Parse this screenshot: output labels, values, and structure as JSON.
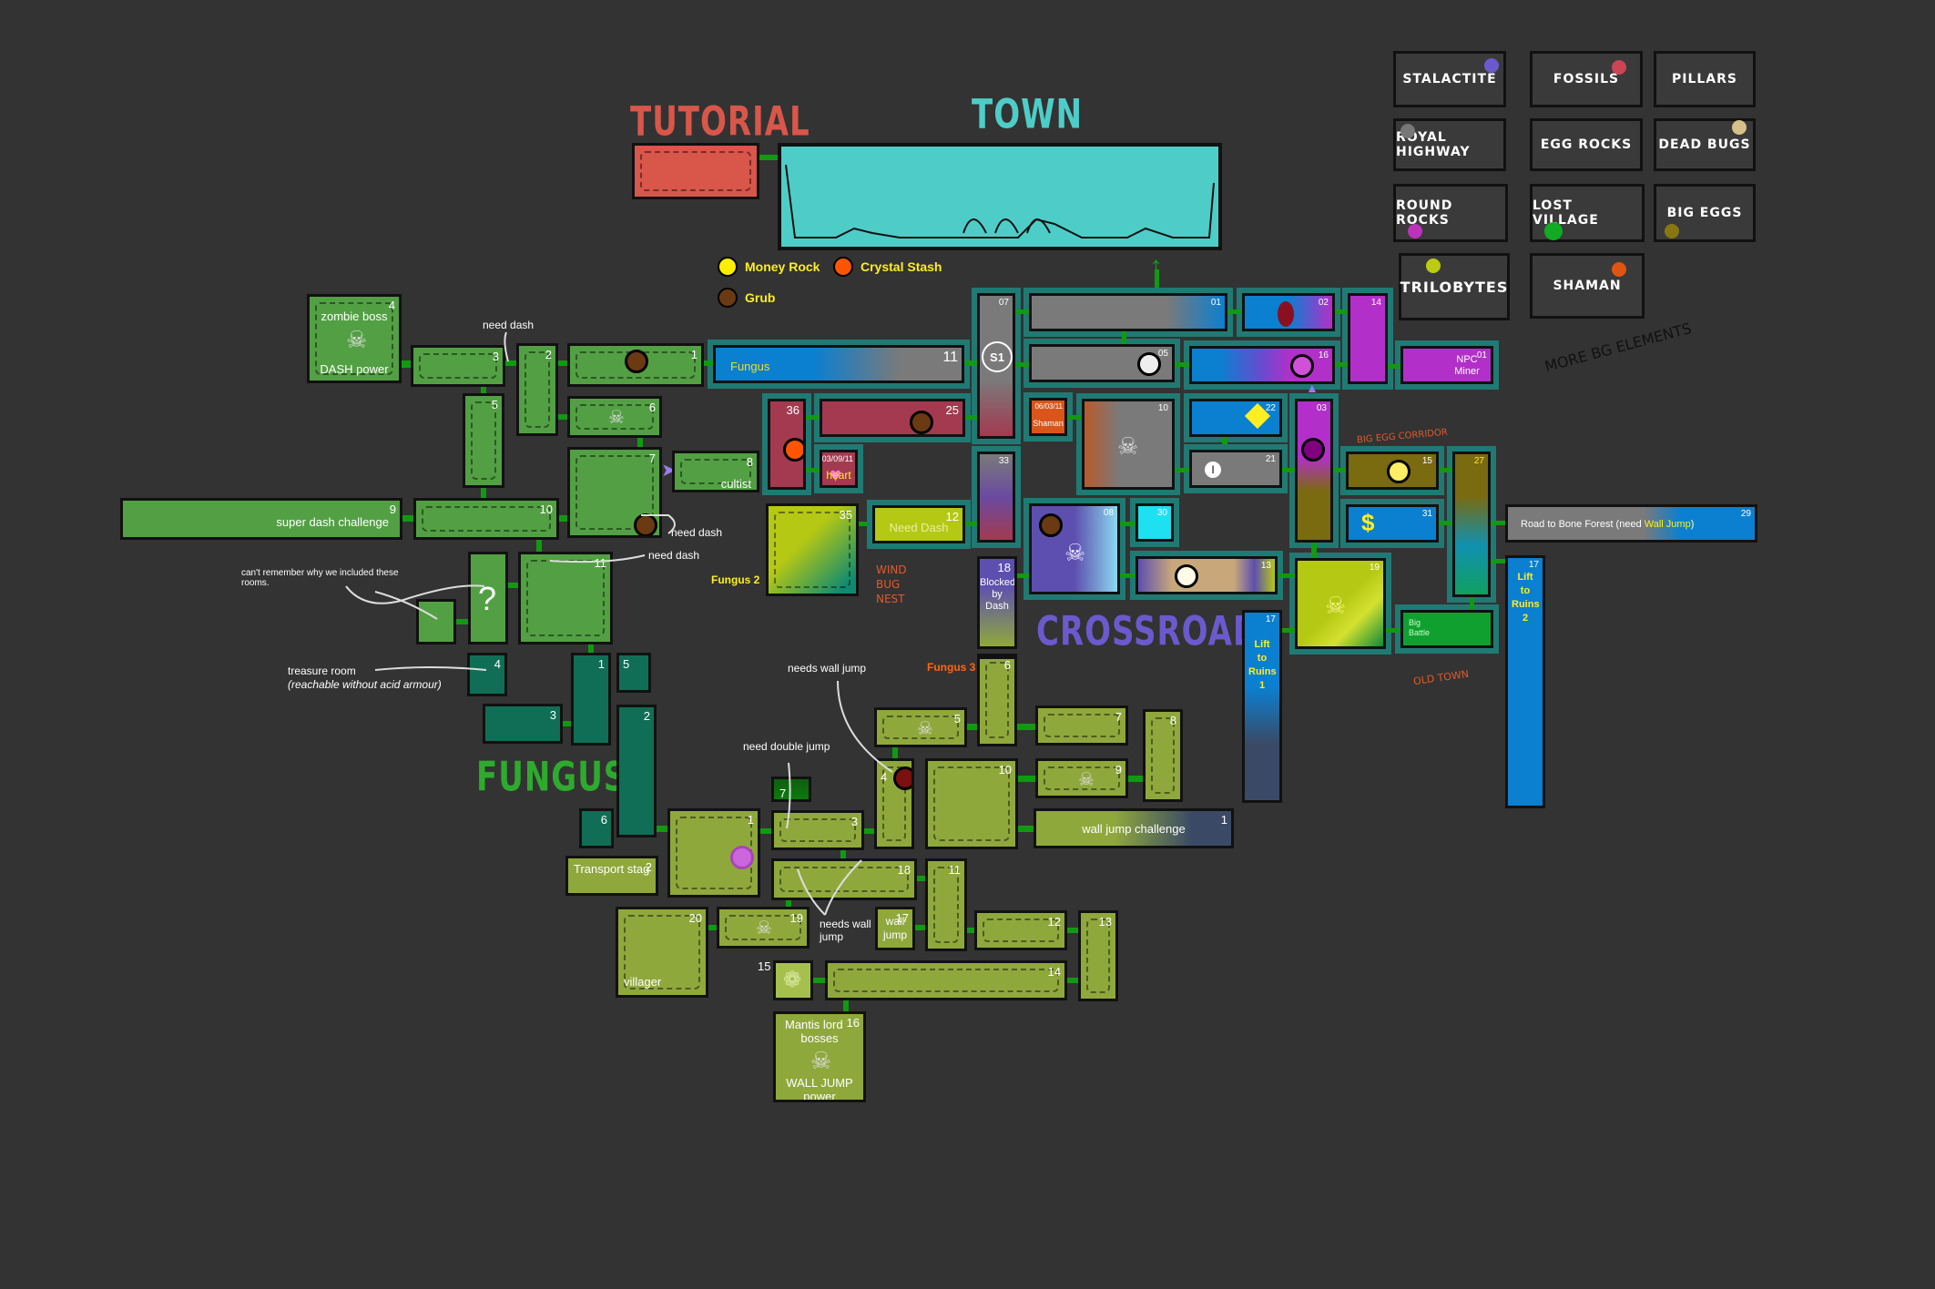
{
  "areas": {
    "tutorial": {
      "title": "TUTORIAL",
      "color": "#d9564a"
    },
    "town": {
      "title": "TOWN",
      "color": "#4ecdc8"
    },
    "crossroads": {
      "title": "CROSSROADS",
      "color": "#6a5acd"
    },
    "fungus": {
      "title": "FUNGUS",
      "color": "#2eaa2e"
    }
  },
  "legend": {
    "items": [
      {
        "label": "Money Rock",
        "color": "#ffee00"
      },
      {
        "label": "Crystal Stash",
        "color": "#ff5500"
      },
      {
        "label": "Grub",
        "color": "#6b3a12"
      }
    ]
  },
  "bg_elements": {
    "items": [
      {
        "label": "STALACTITE",
        "dot": "#6a5acd"
      },
      {
        "label": "FOSSILS",
        "dot": "#cc4455"
      },
      {
        "label": "PILLARS",
        "dot": ""
      },
      {
        "label": "ROYAL HIGHWAY",
        "dot": "#777777"
      },
      {
        "label": "EGG ROCKS",
        "dot": ""
      },
      {
        "label": "DEAD BUGS",
        "dot": "#d8c08a"
      },
      {
        "label": "ROUND ROCKS",
        "dot": "#bb33bb"
      },
      {
        "label": "LOST VILLAGE",
        "dot": "#11aa22"
      },
      {
        "label": "BIG EGGS",
        "dot": "#887711"
      },
      {
        "label": "TRILOBYTES",
        "dot": "#bbcc11"
      },
      {
        "label": "SHAMAN",
        "dot": "#dd5511"
      }
    ],
    "note": "MORE BG ELEMENTS"
  },
  "annotations": {
    "need_dash_1": "need dash",
    "need_dash_2": "need dash",
    "need_dash_3": "need dash",
    "cant_remember": "can't remember why we included these rooms.",
    "treasure_room": "treasure room",
    "treasure_room_sub": "(reachable without acid armour)",
    "needs_wall_jump_1": "needs wall jump",
    "need_double_jump": "need double jump",
    "needs_wall_jump_2": "needs wall jump",
    "wind_bug_nest": "WIND BUG NEST",
    "big_egg_corridor": "BIG EGG CORRIDOR",
    "old_town": "OLD TOWN"
  },
  "area_labels": {
    "fungus_1": "Fungus",
    "fungus_2": "Fungus 2",
    "fungus_3": "Fungus 3"
  },
  "rooms": {
    "fungus_top": [
      {
        "num": "4",
        "label": "zombie boss",
        "label2": "DASH power"
      },
      {
        "num": "3"
      },
      {
        "num": "2"
      },
      {
        "num": "1"
      },
      {
        "num": "5"
      },
      {
        "num": "6"
      },
      {
        "num": "7"
      },
      {
        "num": "8",
        "label": "cultist"
      },
      {
        "num": "9",
        "label": "super dash challenge"
      },
      {
        "num": "10"
      },
      {
        "num": "11"
      },
      {
        "num": ""
      },
      {
        "num": ""
      }
    ],
    "fungus_acid": [
      {
        "num": "4"
      },
      {
        "num": "3"
      },
      {
        "num": "1"
      },
      {
        "num": "5"
      },
      {
        "num": "2"
      },
      {
        "num": "6"
      }
    ],
    "fungus_lower": [
      {
        "num": "2",
        "label": "Transport stag"
      },
      {
        "num": "1"
      },
      {
        "num": "7"
      },
      {
        "num": "3"
      },
      {
        "num": "4"
      },
      {
        "num": "5"
      },
      {
        "num": "6"
      },
      {
        "num": "7"
      },
      {
        "num": "8"
      },
      {
        "num": "10"
      },
      {
        "num": "9"
      },
      {
        "num": "1",
        "label": "wall jump challenge"
      },
      {
        "num": "18"
      },
      {
        "num": "11"
      },
      {
        "num": "20",
        "label": "villager"
      },
      {
        "num": "19"
      },
      {
        "num": "17",
        "label": "wall jump"
      },
      {
        "num": "12"
      },
      {
        "num": "13"
      },
      {
        "num": "15"
      },
      {
        "num": "14"
      },
      {
        "num": "16",
        "label": "Mantis lord",
        "label2": "bosses",
        "label3": "WALL JUMP",
        "label4": "power"
      }
    ],
    "crossroads": [
      {
        "num": "11",
        "label": "Fungus"
      },
      {
        "num": "36"
      },
      {
        "num": "25"
      },
      {
        "num": "03/09/11",
        "label": "heart"
      },
      {
        "num": "35"
      },
      {
        "num": "12",
        "label": "Need Dash"
      },
      {
        "num": "07",
        "icon": "S1"
      },
      {
        "num": "33"
      },
      {
        "num": "18",
        "label": "Blocked by Dash"
      },
      {
        "num": "01"
      },
      {
        "num": "05"
      },
      {
        "num": "06/03/11",
        "label": "Shaman"
      },
      {
        "num": "10"
      },
      {
        "num": "08"
      },
      {
        "num": "30"
      },
      {
        "num": "13"
      },
      {
        "num": "02"
      },
      {
        "num": "16"
      },
      {
        "num": "22"
      },
      {
        "num": "21"
      },
      {
        "num": "14"
      },
      {
        "num": "01",
        "label": "NPC Miner"
      },
      {
        "num": "03"
      },
      {
        "num": "19"
      },
      {
        "num": "15"
      },
      {
        "num": "31"
      },
      {
        "num": "27"
      },
      {
        "num": "",
        "label": "Big Battle"
      },
      {
        "num": "17",
        "label": "Lift to Ruins 1"
      },
      {
        "num": "29",
        "label": "Road to Bone Forest (need ",
        "label_hl": "Wall Jump",
        "label_end": ")"
      },
      {
        "num": "17",
        "label": "Lift to Ruins 2"
      }
    ]
  },
  "colors": {
    "background": "#333333",
    "frame": "#207a74",
    "connector": "#119a11",
    "fungus_green": "#52a043",
    "acid_green": "#0f6e55",
    "olive": "#8fa83c",
    "grey": "#7a7a7a",
    "blue": "#0b7fd0",
    "magenta": "#b32fc9",
    "crimson": "#a33a50"
  }
}
